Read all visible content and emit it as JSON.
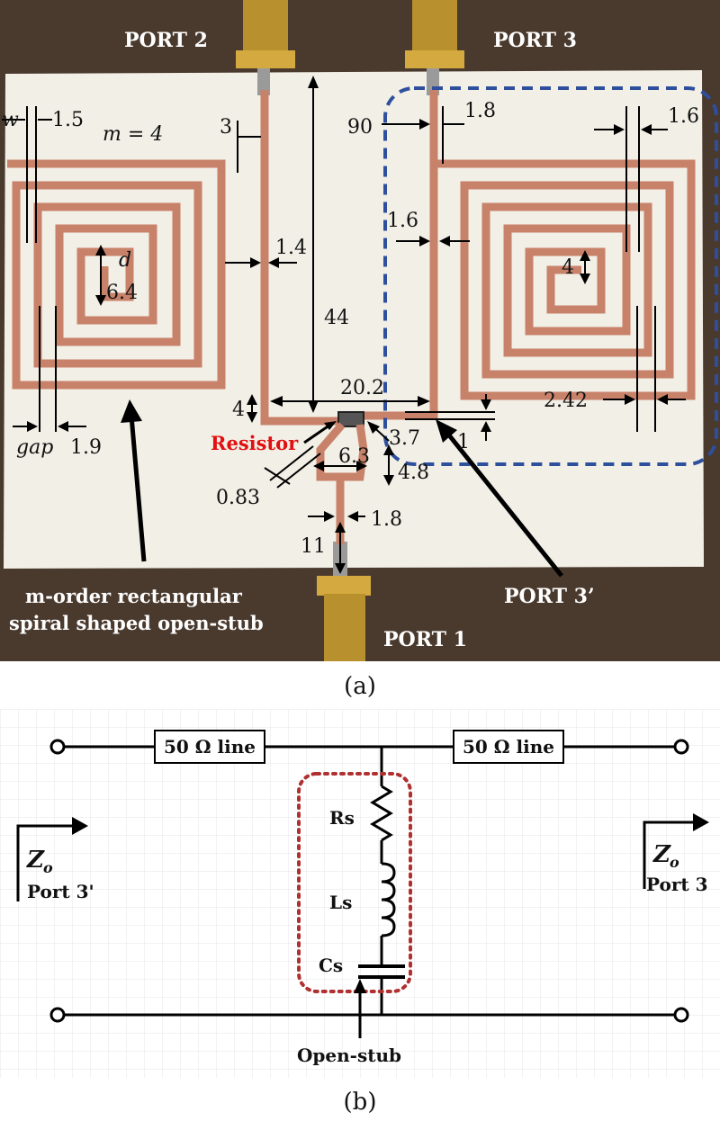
{
  "panel_a": {
    "ports": {
      "port1": "PORT 1",
      "port2": "PORT 2",
      "port3": "PORT 3",
      "port3_prime": "PORT 3’"
    },
    "resistor": "Resistor",
    "stub_caption_line1": "m-order rectangular",
    "stub_caption_line2": "spiral shaped open-stub",
    "labels": {
      "w": "w",
      "v1_5": "1.5",
      "m_eq": "m = 4",
      "v3": "3",
      "v90": "90",
      "v1_8_top": "1.8",
      "v1_6_right": "1.6",
      "v1_6_mid": "1.6",
      "v1_4": "1.4",
      "d": "d",
      "v6_4": "6.4",
      "v44": "44",
      "v4_right": "4",
      "v4_left": "4",
      "v20_2": "20.2",
      "v2_42": "2.42",
      "gap": "gap",
      "v1_9": "1.9",
      "v3_7": "3.7",
      "v1": "1",
      "v6_3": "6.3",
      "v4_8": "4.8",
      "v0_83": "0.83",
      "v1_8_bottom": "1.8",
      "v11": "11"
    }
  },
  "panel_b": {
    "line_left": "50 Ω line",
    "line_right": "50 Ω line",
    "rs": "Rs",
    "ls": "Ls",
    "cs": "Cs",
    "zo": "Z",
    "zo_sub": "o",
    "port_left": "Port 3'",
    "port_right": "Port 3",
    "open_stub": "Open-stub"
  },
  "captions": {
    "a": "(a)",
    "b": "(b)"
  },
  "colors": {
    "copper": "#c8826a",
    "substrate": "#f2efe6",
    "background": "#4a3a2e",
    "dashed_box": "#2e4f9c",
    "red_label": "#e01010",
    "dotted_box": "#b03030"
  }
}
